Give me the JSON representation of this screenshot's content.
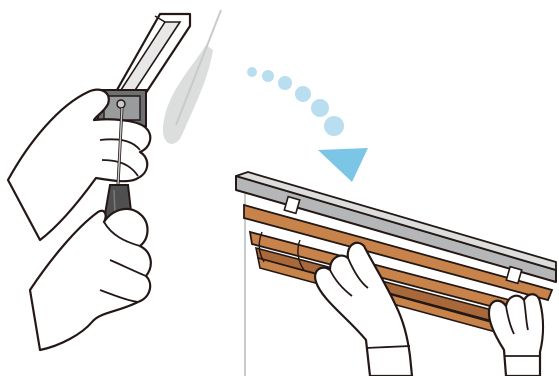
{
  "illustration": {
    "steps": [
      {
        "step": "attach-bracket",
        "tool": "screwdriver-icon"
      },
      {
        "step": "hang-blind",
        "object": "wooden-blind"
      }
    ],
    "arrow": "dotted-curved-arrow",
    "colors": {
      "outline": "#231815",
      "skin": "#ffffff",
      "wall_shadow": "#dcdddd",
      "bracket": "#c9cacb",
      "bracket_dark": "#6e6f70",
      "slat_wood": "#c8834a",
      "slat_wood_dark": "#a9683a",
      "headrail": "#b5b6b7",
      "arrow_dots": "#b9def0",
      "screwdriver_handle": "#4f4f4f"
    }
  }
}
